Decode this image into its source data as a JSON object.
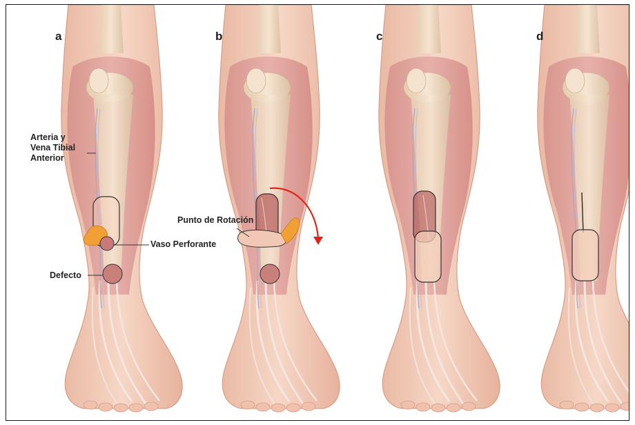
{
  "panels": [
    {
      "letter": "a"
    },
    {
      "letter": "b"
    },
    {
      "letter": "c"
    },
    {
      "letter": "d"
    }
  ],
  "labels": {
    "artery": [
      "Arteria y",
      "Vena Tibial",
      "Anterior"
    ],
    "perforator": "Vaso Perforante",
    "defect": "Defecto",
    "pivot": "Punto de Rotación"
  },
  "colors": {
    "skin": "#f1cbb7",
    "muscle": "#dd9a95",
    "bone": "#f1dcc3",
    "flap_fat": "#f1a033",
    "rotation_arrow": "#e2231a",
    "frame": "#1a1a1a"
  }
}
